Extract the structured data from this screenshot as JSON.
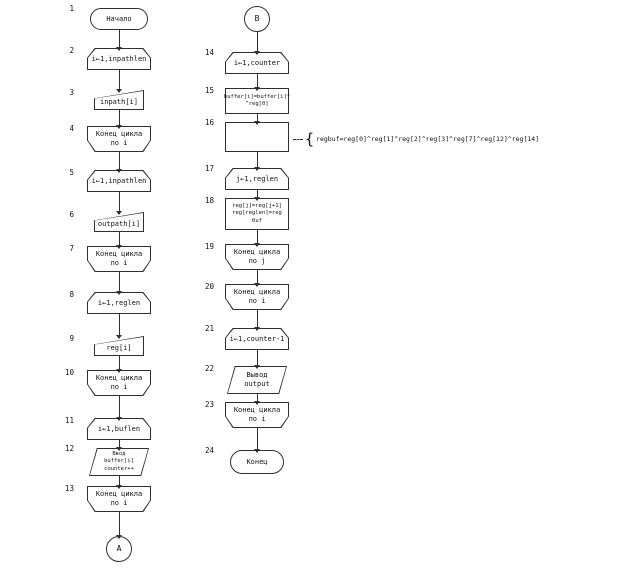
{
  "diagram": {
    "left": {
      "nodes": [
        {
          "num": "1",
          "label": "Начало"
        },
        {
          "num": "2",
          "label": "i←1,inpathlen"
        },
        {
          "num": "3",
          "label": "inpath[i]"
        },
        {
          "num": "4",
          "label": "Конец цикла\nпо i"
        },
        {
          "num": "5",
          "label": "i←1,inpathlen"
        },
        {
          "num": "6",
          "label": "outpath[i]"
        },
        {
          "num": "7",
          "label": "Конец цикла\nпо i"
        },
        {
          "num": "8",
          "label": "i←1,reglen"
        },
        {
          "num": "9",
          "label": "reg[i]"
        },
        {
          "num": "10",
          "label": "Конец цикла\nпо i"
        },
        {
          "num": "11",
          "label": "i←1,buflen"
        },
        {
          "num": "12",
          "label": "Ввод\nbuffer[i]\ncounter++"
        },
        {
          "num": "13",
          "label": "Конец цикла\nпо i"
        }
      ],
      "connector": "A"
    },
    "right": {
      "connector": "B",
      "nodes": [
        {
          "num": "14",
          "label": "i←1,counter"
        },
        {
          "num": "15",
          "label": "buffer[i]=buffer[i]^\n^reg[0]"
        },
        {
          "num": "16",
          "label": ""
        },
        {
          "num": "17",
          "label": "j←1,reglen"
        },
        {
          "num": "18",
          "label": "reg[j]=reg[j+1]\nreg[reglen]=reg\nбuf"
        },
        {
          "num": "19",
          "label": "Конец цикла\nпо j"
        },
        {
          "num": "20",
          "label": "Конец цикла\nпо i"
        },
        {
          "num": "21",
          "label": "i←1,counter-1"
        },
        {
          "num": "22",
          "label": "Вывод\noutput"
        },
        {
          "num": "23",
          "label": "Конец цикла\nпо i"
        },
        {
          "num": "24",
          "label": "Конец"
        }
      ]
    },
    "annotation": {
      "brace": "{",
      "text": "regbuf=reg[0]^reg[1]^reg[2]^reg[3]^reg[7]^reg[12]^reg[14]"
    },
    "colors": {
      "stroke": "#2f2f2f",
      "fill": "#ffffff"
    }
  }
}
